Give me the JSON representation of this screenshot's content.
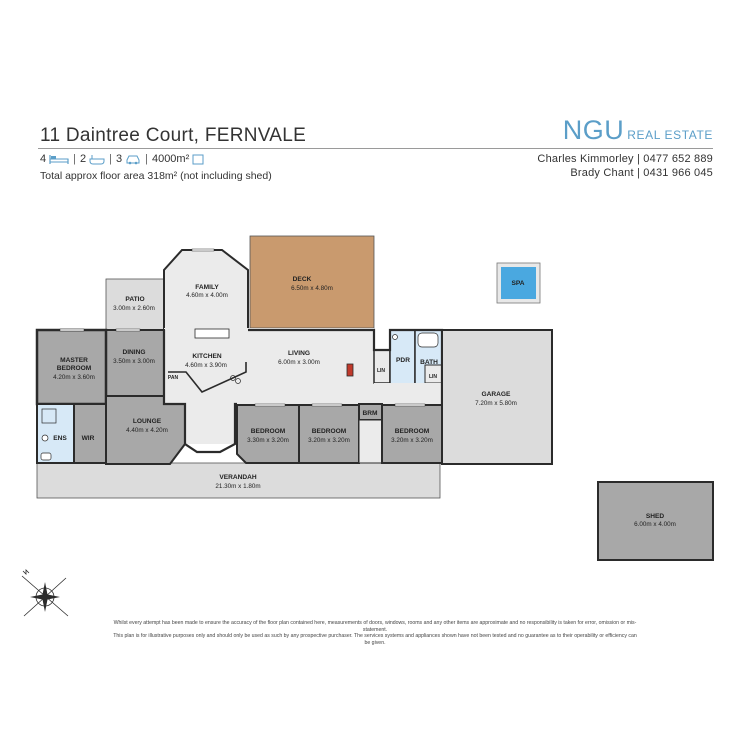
{
  "header": {
    "address": "11 Daintree Court, FERNVALE",
    "bedrooms": "4",
    "bathrooms": "2",
    "car_spaces": "3",
    "land_area": "4000m²",
    "floor_area_note": "Total approx floor area 318m² (not including shed)",
    "icons": [
      "bed-icon",
      "bath-icon",
      "car-icon",
      "land-icon"
    ]
  },
  "brand": {
    "name": "NGU",
    "suffix": "REAL ESTATE",
    "color": "#5b9ec8"
  },
  "agents": [
    {
      "text": "Charles Kimmorley | 0477 652 889"
    },
    {
      "text": "Brady Chant | 0431 966 045"
    }
  ],
  "rooms": {
    "deck": {
      "name": "DECK",
      "dims": "6.50m  x 4.80m"
    },
    "family": {
      "name": "FAMILY",
      "dims": "4.60m  x 4.00m"
    },
    "patio": {
      "name": "PATIO",
      "dims": "3.00m  x 2.60m"
    },
    "dining": {
      "name": "DINING",
      "dims": "3.50m  x 3.00m"
    },
    "kitchen": {
      "name": "KITCHEN",
      "dims": "4.60m  x 3.90m"
    },
    "living": {
      "name": "LIVING",
      "dims": "6.00m  x 3.00m"
    },
    "master": {
      "name1": "MASTER",
      "name2": "BEDROOM",
      "dims": "4.20m  x 3.60m"
    },
    "lounge": {
      "name": "LOUNGE",
      "dims": "4.40m  x 4.20m"
    },
    "ens": {
      "name": "ENS"
    },
    "wir": {
      "name": "WIR"
    },
    "pan": {
      "name": "PAN"
    },
    "bed2": {
      "name": "BEDROOM",
      "dims": "3.30m  x 3.20m"
    },
    "bed3": {
      "name": "BEDROOM",
      "dims": "3.20m  x 3.20m"
    },
    "bed4": {
      "name": "BEDROOM",
      "dims": "3.20m  x 3.20m"
    },
    "brm": {
      "name": "BRM"
    },
    "pdr": {
      "name": "PDR"
    },
    "bath": {
      "name": "BATH"
    },
    "lin1": {
      "name": "LIN"
    },
    "lin2": {
      "name": "LIN"
    },
    "garage": {
      "name": "GARAGE",
      "dims": "7.20m  x 5.80m"
    },
    "verandah": {
      "name": "VERANDAH",
      "dims": "21.30m  x 1.80m"
    },
    "spa": {
      "name": "SPA"
    },
    "shed": {
      "name": "SHED",
      "dims": "6.00m  x 4.00m"
    }
  },
  "colors": {
    "interior": "#ebebeb",
    "room_dark": "#a8a8a8",
    "outdoor": "#dcdcdc",
    "wet": "#d7e9f7",
    "deck": "#c99a6e",
    "spa_water": "#4aa8e0",
    "wall": "#2b2b2b"
  },
  "disclaimer": {
    "line1": "Whilst every attempt has been made to ensure the accuracy of the floor plan contained here, measurements of doors, windows, rooms and any other items are approximate and no responsibility is taken for error, omission or mis-statement.",
    "line2": "This plan is for illustrative purposes only and should only be used as such by any prospective purchaser. The services systems and appliances shown have not been tested and no guarantee as to their operability or efficiency can be given."
  }
}
